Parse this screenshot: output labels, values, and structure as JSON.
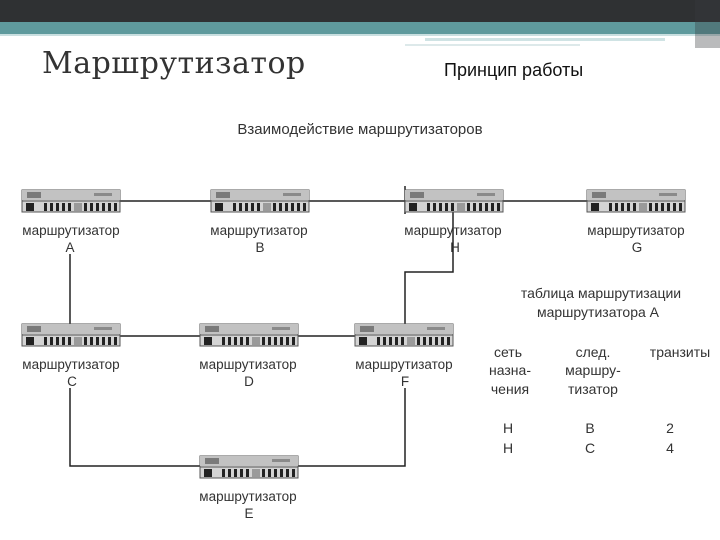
{
  "slide": {
    "title": "Маршрутизатор",
    "subtitle": "Принцип работы"
  },
  "diagram": {
    "heading": "Взаимодействие маршрутизаторов",
    "router_label": "маршрутизатор",
    "routers": [
      {
        "id": "A",
        "letter": "A"
      },
      {
        "id": "B",
        "letter": "B"
      },
      {
        "id": "H",
        "letter": "H"
      },
      {
        "id": "G",
        "letter": "G"
      },
      {
        "id": "C",
        "letter": "C"
      },
      {
        "id": "D",
        "letter": "D"
      },
      {
        "id": "F",
        "letter": "F"
      },
      {
        "id": "E",
        "letter": "E"
      }
    ],
    "table": {
      "title_line1": "таблица маршрутизации",
      "title_line2": "маршрутизатора А",
      "headers": {
        "dest": [
          "сеть",
          "назна-",
          "чения"
        ],
        "next": [
          "след.",
          "маршру-",
          "тизатор"
        ],
        "hops": [
          "транзиты"
        ]
      },
      "rows": [
        {
          "dest": "H",
          "next": "B",
          "hops": "2"
        },
        {
          "dest": "H",
          "next": "C",
          "hops": "4"
        }
      ]
    }
  }
}
